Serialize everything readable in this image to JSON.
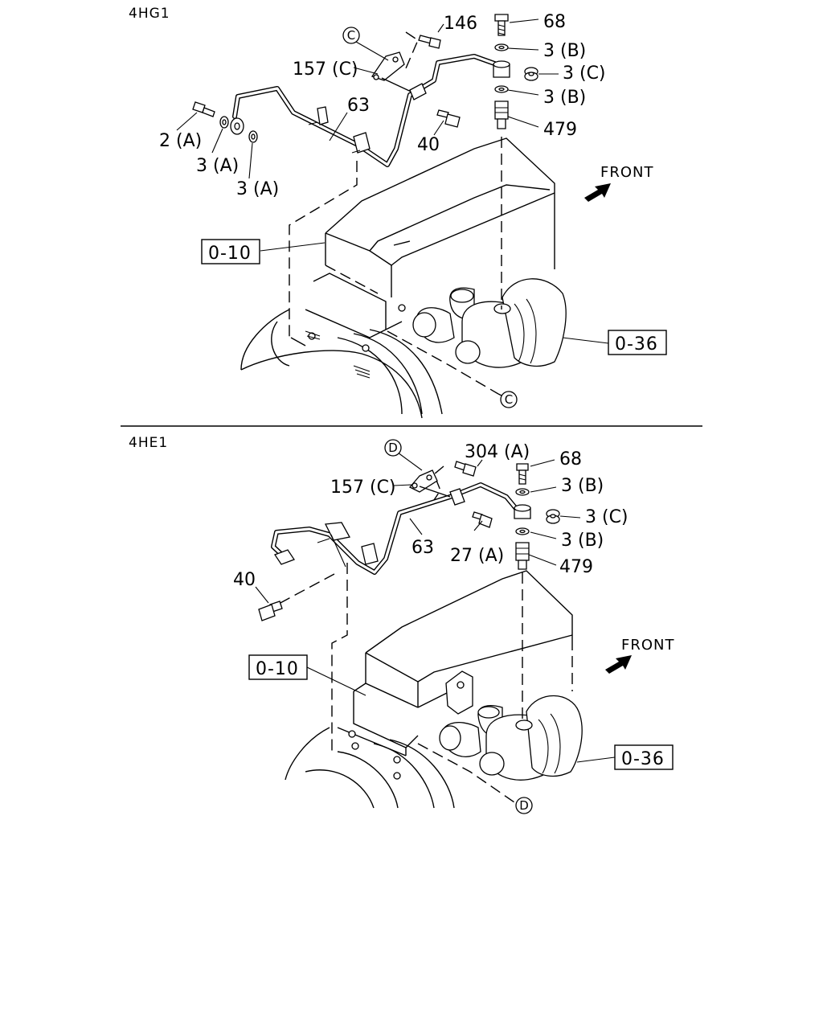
{
  "sections": [
    {
      "model": "4HG1",
      "labels": {
        "p146": "146",
        "p68": "68",
        "p3b_top": "3 (B)",
        "p3c": "3 (C)",
        "p157c": "157 (C)",
        "p3b_bot": "3 (B)",
        "p63": "63",
        "p2a": "2 (A)",
        "p479": "479",
        "p3a_1": "3 (A)",
        "p40": "40",
        "p3a_2": "3 (A)"
      },
      "refs": {
        "r010": "0-10",
        "r036": "0-36"
      },
      "callouts": {
        "top": "C",
        "bottom": "C"
      },
      "front": "FRONT"
    },
    {
      "model": "4HE1",
      "labels": {
        "p304a": "304 (A)",
        "p68": "68",
        "p157c": "157 (C)",
        "p3b_top": "3 (B)",
        "p3c": "3 (C)",
        "p3b_bot": "3 (B)",
        "p63": "63",
        "p27a": "27 (A)",
        "p479": "479",
        "p40": "40"
      },
      "refs": {
        "r010": "0-10",
        "r036": "0-36"
      },
      "callouts": {
        "top": "D",
        "bottom": "D"
      },
      "front": "FRONT"
    }
  ],
  "colors": {
    "ink": "#000000",
    "paper": "#ffffff"
  }
}
